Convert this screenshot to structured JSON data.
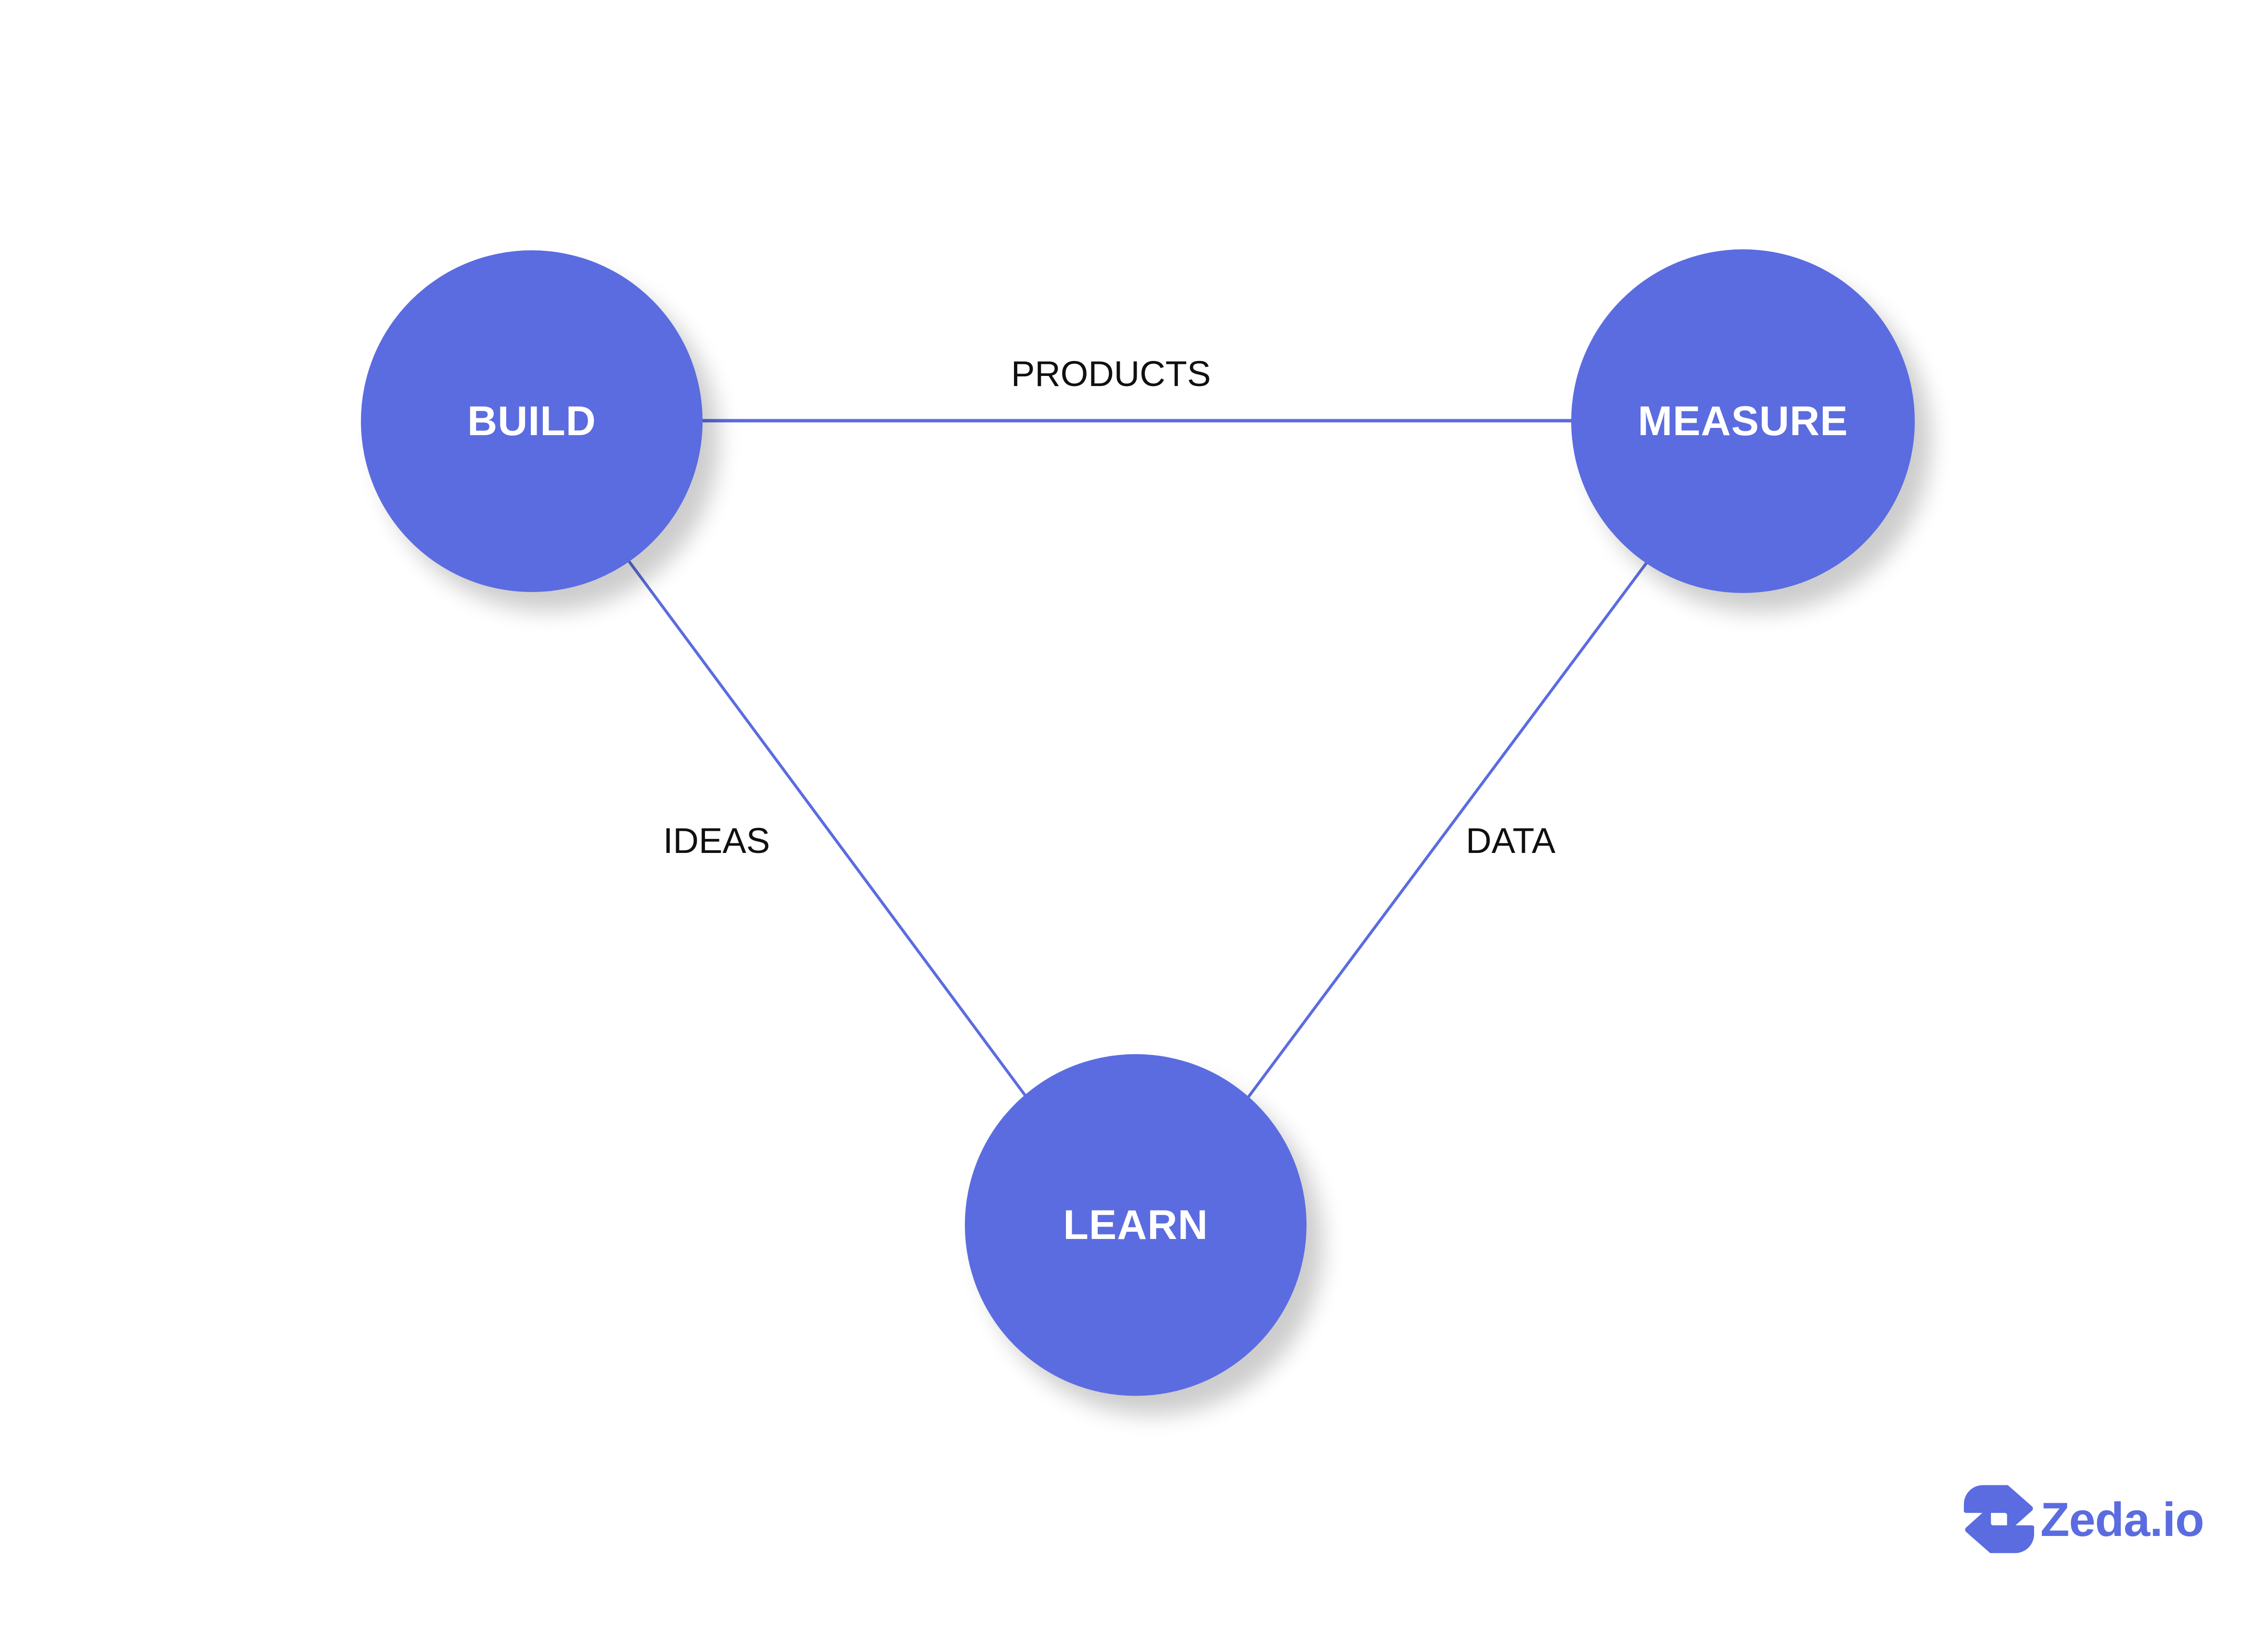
{
  "diagram": {
    "type": "cycle-triangle",
    "background_color": "#ffffff",
    "accent_color": "#5b6ce0",
    "node_label_color": "#ffffff",
    "edge_label_color": "#101010",
    "nodes": [
      {
        "id": "build",
        "label": "BUILD"
      },
      {
        "id": "measure",
        "label": "MEASURE"
      },
      {
        "id": "learn",
        "label": "LEARN"
      }
    ],
    "edges": [
      {
        "id": "build-measure",
        "label": "PRODUCTS",
        "from": "build",
        "to": "measure"
      },
      {
        "id": "build-learn",
        "label": "IDEAS",
        "from": "build",
        "to": "learn"
      },
      {
        "id": "measure-learn",
        "label": "DATA",
        "from": "measure",
        "to": "learn"
      }
    ]
  },
  "brand": {
    "wordmark": "Zeda.io",
    "mark_icon": "zeda-z-arrows-icon",
    "color": "#5b6ce0"
  }
}
